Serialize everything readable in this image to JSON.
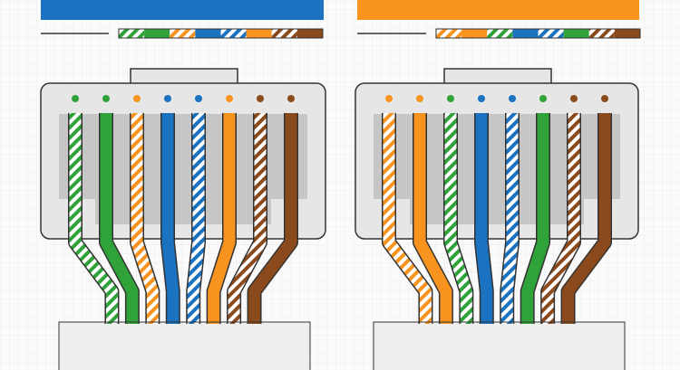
{
  "colors": {
    "blue": "#1a72c0",
    "orange": "#f7931e",
    "green": "#30a23a",
    "brown": "#8b4a1c",
    "white": "#ffffff",
    "grid": "#e2e2e2",
    "background": "#fafafa",
    "connector_body": "#e6e6e6",
    "connector_inner": "#c6c6c6",
    "outline": "#333333",
    "boot": "#eeeeee"
  },
  "standards": [
    {
      "id": "left",
      "header_color": "blue",
      "pin_order": [
        {
          "color": "green",
          "striped": true
        },
        {
          "color": "green",
          "striped": false
        },
        {
          "color": "orange",
          "striped": true
        },
        {
          "color": "blue",
          "striped": false
        },
        {
          "color": "blue",
          "striped": true
        },
        {
          "color": "orange",
          "striped": false
        },
        {
          "color": "brown",
          "striped": true
        },
        {
          "color": "brown",
          "striped": false
        }
      ]
    },
    {
      "id": "right",
      "header_color": "orange",
      "pin_order": [
        {
          "color": "orange",
          "striped": true
        },
        {
          "color": "orange",
          "striped": false
        },
        {
          "color": "green",
          "striped": true
        },
        {
          "color": "blue",
          "striped": false
        },
        {
          "color": "blue",
          "striped": true
        },
        {
          "color": "green",
          "striped": false
        },
        {
          "color": "brown",
          "striped": true
        },
        {
          "color": "brown",
          "striped": false
        }
      ]
    }
  ]
}
